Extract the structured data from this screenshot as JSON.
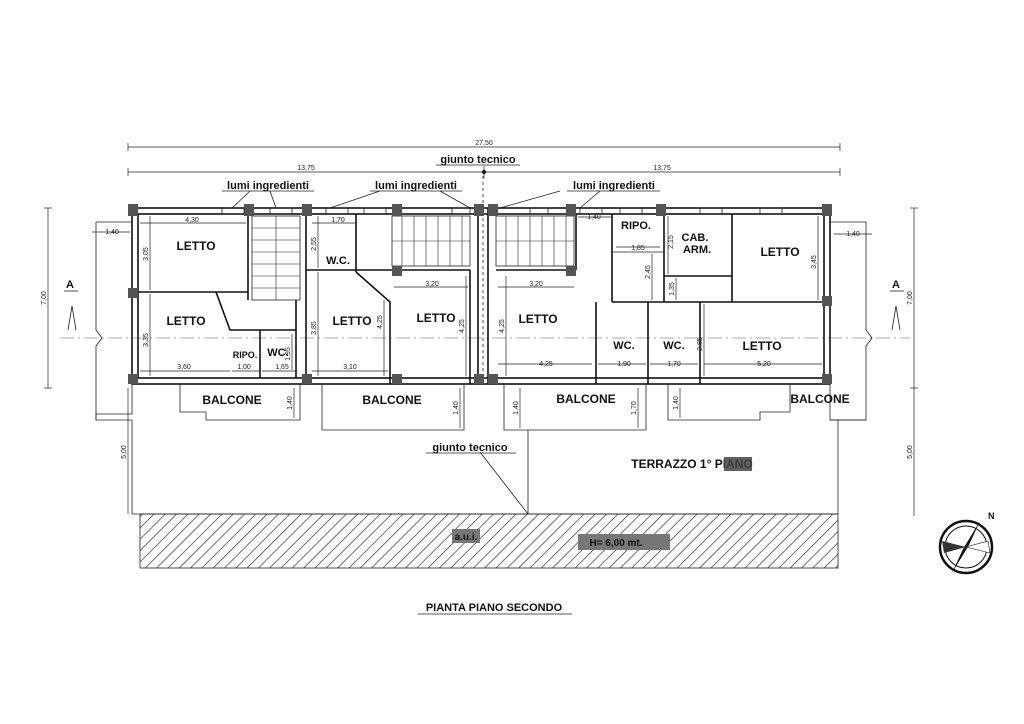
{
  "plan": {
    "title": "PIANTA PIANO SECONDO",
    "dimensions": {
      "total_width": "27,50",
      "half_left": "13,75",
      "half_right": "13,75",
      "left_height": "7,00",
      "right_height": "7,00",
      "left_balcony_offset": "1,40",
      "right_balcony_offset": "1,40",
      "lower_left": "5,00",
      "lower_right": "5,00"
    },
    "labels": {
      "joint_top": "giunto tecnico",
      "joint_bottom": "giunto tecnico",
      "light_left": "lumi ingredienti",
      "light_center": "lumi ingredienti",
      "light_right": "lumi ingredienti",
      "section_left": "A",
      "section_right": "A",
      "terrace": "TERRAZZO 1° PIANO",
      "aui": "a.u.i.",
      "height": "H= 6,00 mt."
    },
    "rooms": {
      "letto_1": "LETTO",
      "letto_2": "LETTO",
      "ripo_1": "RIPO.",
      "wc_1": "WC.",
      "wc_2": "W.C.",
      "letto_3": "LETTO",
      "letto_4": "LETTO",
      "letto_5": "LETTO",
      "ripo_2": "RIPO.",
      "cab_arm": "CAB.",
      "cab_arm_2": "ARM.",
      "letto_6": "LETTO",
      "wc_3": "WC.",
      "wc_4": "WC.",
      "letto_7": "LETTO",
      "balcone_1": "BALCONE",
      "balcone_2": "BALCONE",
      "balcone_3": "BALCONE",
      "balcone_4": "BALCONE"
    },
    "room_dims": {
      "d_4_30": "4,30",
      "d_3_05": "3,05",
      "d_3_35": "3,35",
      "d_3_60": "3,60",
      "d_1_00": "1,00",
      "d_1_65": "1,65",
      "d_1_95": "1,95",
      "d_1_70a": "1,70",
      "d_2_55": "2,55",
      "d_3_85": "3,85",
      "d_3_10": "3,10",
      "d_3_20a": "3,20",
      "d_4_25a": "4,25",
      "d_3_20b": "3,20",
      "d_4_25b": "4,25",
      "d_4_25c": "4,25",
      "d_1_40": "1,40",
      "d_1_85": "1,85",
      "d_2_15": "2,15",
      "d_2_45": "2,45",
      "d_1_35": "1,35",
      "d_3_45": "3,45",
      "d_1_90": "1,90",
      "d_1_70b": "1,70",
      "d_2_85": "2,85",
      "d_5_20": "5,20",
      "d_1_40b": "1,40",
      "d_1_40c": "1,40",
      "d_1_40d": "1,40",
      "d_1_70c": "1,70"
    }
  }
}
